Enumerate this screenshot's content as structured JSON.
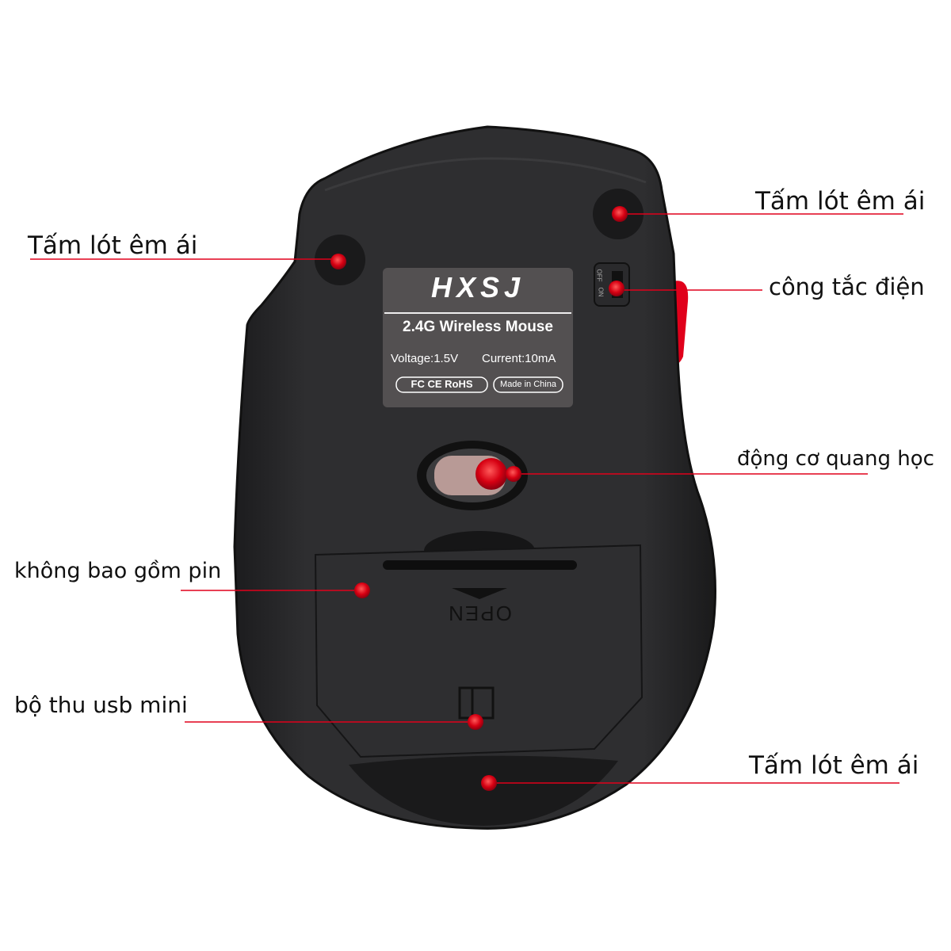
{
  "product_label": {
    "brand": "HXSJ",
    "model": "2.4G Wireless Mouse",
    "voltage": "Voltage:1.5V",
    "current": "Current:10mA",
    "certifications": "FC CE RoHS",
    "origin": "Made in China"
  },
  "switch": {
    "off": "OFF",
    "on": "ON"
  },
  "battery_cover": {
    "text": "OPEN"
  },
  "callouts": {
    "pad_top_left": "Tấm lót êm ái",
    "pad_top_right": "Tấm lót êm ái",
    "power_switch": "công tắc điện",
    "optical_sensor": "động cơ quang học",
    "battery": "không bao gồm pin",
    "usb_receiver": "bộ thu usb mini",
    "pad_bottom": "Tấm lót êm ái"
  },
  "colors": {
    "accent": "#e0001b",
    "body": "#2b2b2d"
  }
}
